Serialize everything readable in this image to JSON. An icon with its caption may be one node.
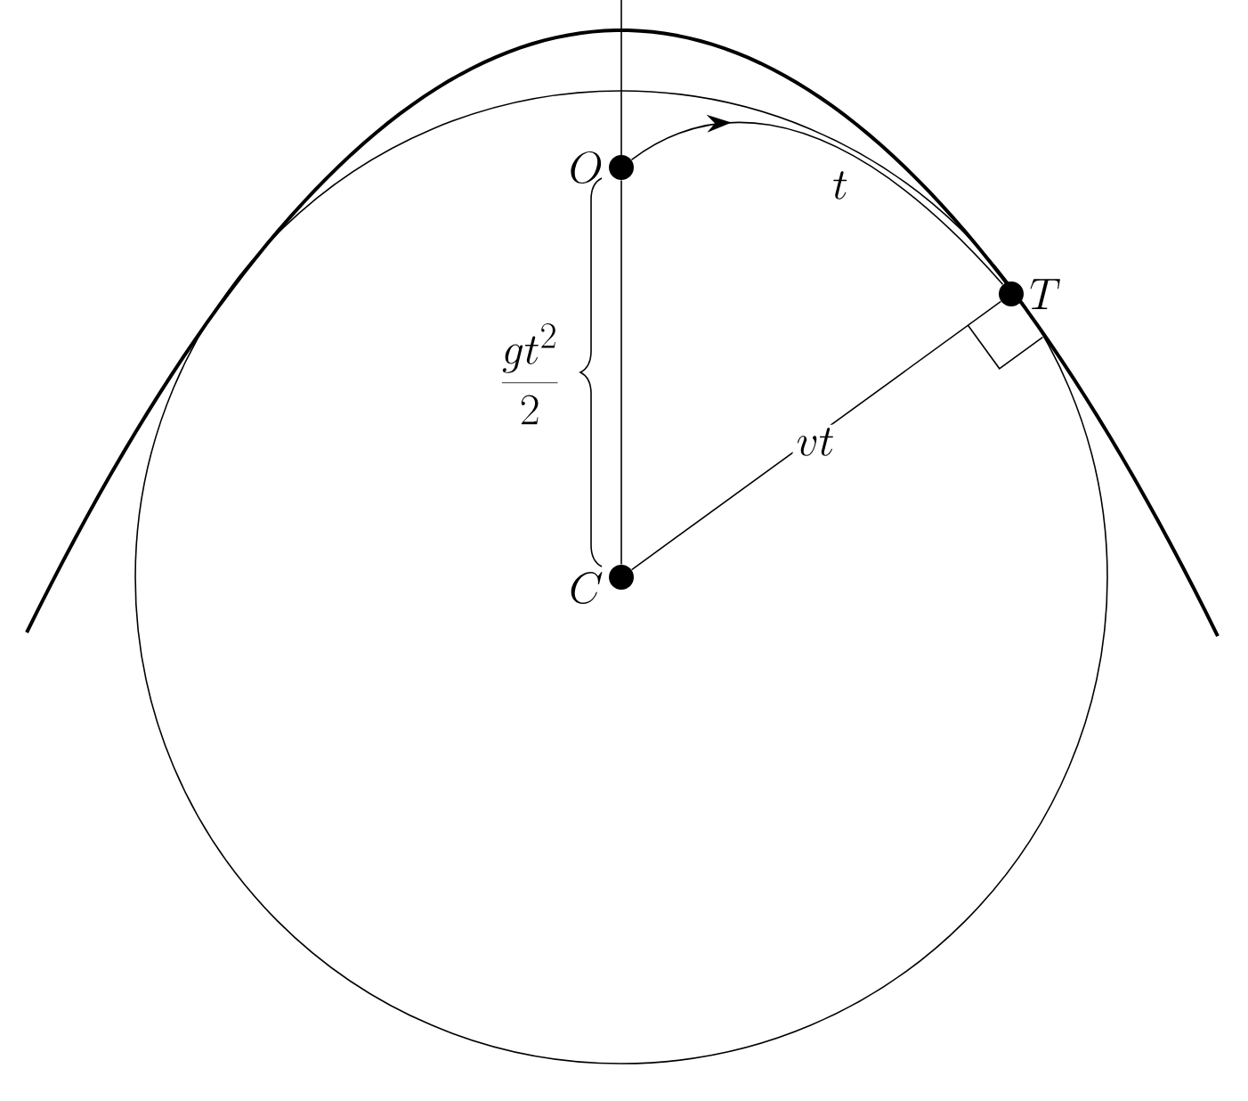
{
  "diagram": {
    "nodes": [
      {
        "text": [],
        "shape": "circle",
        "beside": [
          "O"
        ]
      },
      {
        "text": [],
        "shape": "circle",
        "beside": [
          "C"
        ]
      },
      {
        "text": [],
        "shape": "circle",
        "beside": [
          "T"
        ]
      }
    ],
    "edges": [
      {
        "from": 0,
        "to": 1,
        "arrow": "none"
      },
      {
        "from": 1,
        "to": 2,
        "arrow": "none",
        "label": "vt"
      },
      {
        "from": 0,
        "to": 2,
        "arrow": "to",
        "label": "t"
      }
    ],
    "labels": [
      "\\frac{gt^{2}}{2}"
    ]
  }
}
